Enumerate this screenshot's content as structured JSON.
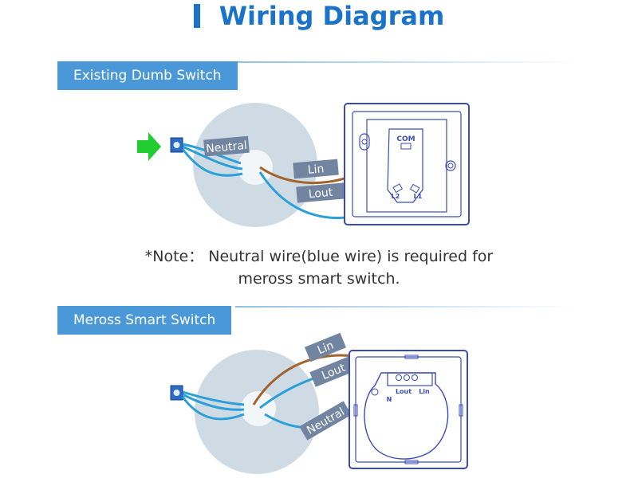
{
  "title": "Wiring Diagram",
  "sections": [
    {
      "label": "Existing Dumb Switch"
    },
    {
      "label": "Meross Smart Switch"
    }
  ],
  "note": {
    "line1": "*Note： Neutral wire(blue wire) is required for",
    "line2": "meross smart switch."
  },
  "diagram1": {
    "wire_labels": {
      "neutral": "Neutral",
      "lin": "Lin",
      "lout": "Lout"
    },
    "terminals": {
      "com": "COM",
      "l2": "L2",
      "l1": "L1"
    },
    "arrow_color": "#22cc33"
  },
  "diagram2": {
    "wire_labels": {
      "lin": "Lin",
      "lout": "Lout",
      "neutral": "Neutral"
    },
    "terminals": {
      "lout": "Lout",
      "lin": "Lin",
      "n": "N"
    }
  },
  "colors": {
    "accent": "#1a73c8",
    "tab": "#4a98d8",
    "blue_wire": "#2a9fd8",
    "brown_wire": "#a0642c",
    "wall_circle": "#cfdbe4",
    "plate_outline": "#3a4ab8"
  }
}
